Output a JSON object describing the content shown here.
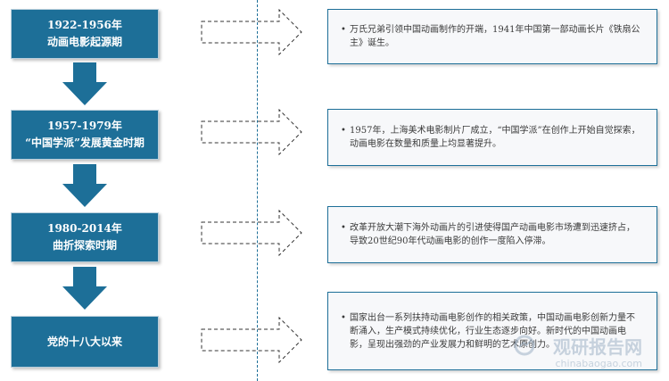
{
  "stages": [
    {
      "period": "1922-1956年",
      "title": "动画电影起源期",
      "desc": "万氏兄弟引领中国动画制作的开端，1941年中国第一部动画长片《铁扇公主》诞生。"
    },
    {
      "period": "1957-1979年",
      "title": "“中国学派”发展黄金时期",
      "desc": "1957年，上海美术电影制片厂成立，“中国学派”在创作上开始自觉探索，动画电影在数量和质量上均显著提升。"
    },
    {
      "period": "1980-2014年",
      "title": "曲折探索时期",
      "desc": "改革开放大潮下海外动画片的引进使得国产动画电影市场遭到迅速挤占，导致20世纪90年代动画电影的创作一度陷入停滞。"
    },
    {
      "period": "",
      "title": "党的十八大以来",
      "desc": "国家出台一系列扶持动画电影创作的相关政策，中国动画电影创新力量不断涌入，生产模式持续优化，行业生态逐步向好。新时代的中国动画电影，呈现出强劲的产业发展力和鲜明的艺术原创力。"
    }
  ],
  "watermark": {
    "brand": "观研报告网",
    "url": "chinabaogao.com"
  },
  "colors": {
    "accent": "#1d6f98",
    "panel": "#f7f8fa"
  }
}
